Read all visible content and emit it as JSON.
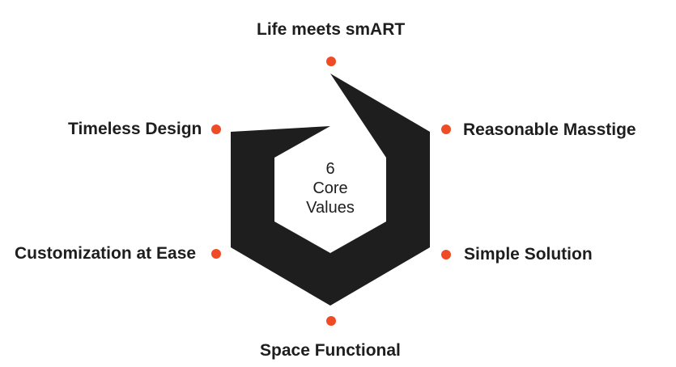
{
  "center": {
    "line1": "6",
    "line2": "Core",
    "line3": "Values"
  },
  "values": [
    {
      "label": "Life meets smART"
    },
    {
      "label": "Reasonable Masstige"
    },
    {
      "label": "Simple Solution"
    },
    {
      "label": "Space Functional"
    },
    {
      "label": "Customization at Ease"
    },
    {
      "label": "Timeless Design"
    }
  ],
  "colors": {
    "hexagon": "#1e1e1e",
    "dot": "#ef4b26",
    "text": "#1e1e1e",
    "background": "#ffffff"
  }
}
